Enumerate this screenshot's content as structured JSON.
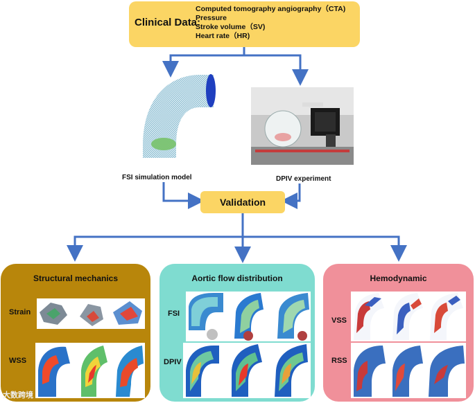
{
  "clinical": {
    "title": "Clinical Data:",
    "items": [
      "Computed tomography angiography（CTA)",
      "Pressure",
      "Stroke volume（SV)",
      "Heart rate（HR)"
    ]
  },
  "fsi_caption": "FSI simulation model",
  "dpiv_caption": "DPIV experiment",
  "validation": "Validation",
  "panels": {
    "structural": {
      "title": "Structural mechanics",
      "row1": "Strain",
      "row2": "WSS"
    },
    "aortic": {
      "title": "Aortic flow distribution",
      "row1": "FSI",
      "row2": "DPIV"
    },
    "hemodynamic": {
      "title": "Hemodynamic",
      "row1": "VSS",
      "row2": "RSS"
    }
  },
  "colors": {
    "yellow_box": "#fbd564",
    "arrow": "#4472c4",
    "structural_panel": "#b8860b",
    "aortic_panel": "#7fdcd0",
    "hemodynamic_panel": "#f0909a"
  },
  "watermark": "大数跨境"
}
